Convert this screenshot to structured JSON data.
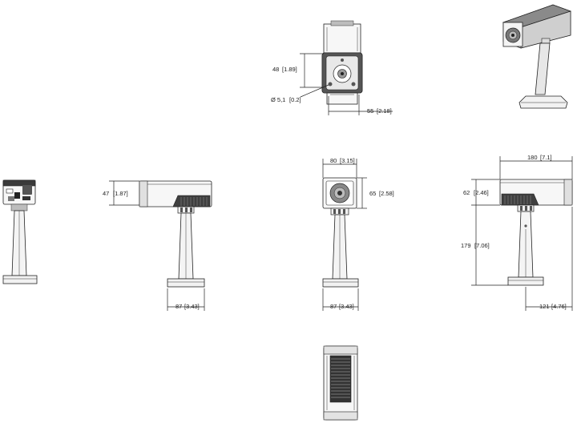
{
  "dimensions": {
    "back_height": {
      "value": "48",
      "inch": "[1.89]"
    },
    "mount_hole": {
      "value": "Ø 5,1",
      "inch": "[0.2]"
    },
    "back_width": {
      "value": "55",
      "inch": "[2.18]"
    },
    "side_height": {
      "value": "47",
      "inch": "[1.87]"
    },
    "side_base": {
      "value": "87",
      "inch": "[3.43]"
    },
    "front_width": {
      "value": "80",
      "inch": "[3.15]"
    },
    "front_height": {
      "value": "65",
      "inch": "[2.58]"
    },
    "front_base": {
      "value": "87",
      "inch": "[3.43]"
    },
    "right_length": {
      "value": "180",
      "inch": "[7.1]"
    },
    "right_height": {
      "value": "62",
      "inch": "[2.46]"
    },
    "total_height": {
      "value": "179",
      "inch": "[7.06]"
    },
    "right_base": {
      "value": "121",
      "inch": "[4.76]"
    }
  }
}
